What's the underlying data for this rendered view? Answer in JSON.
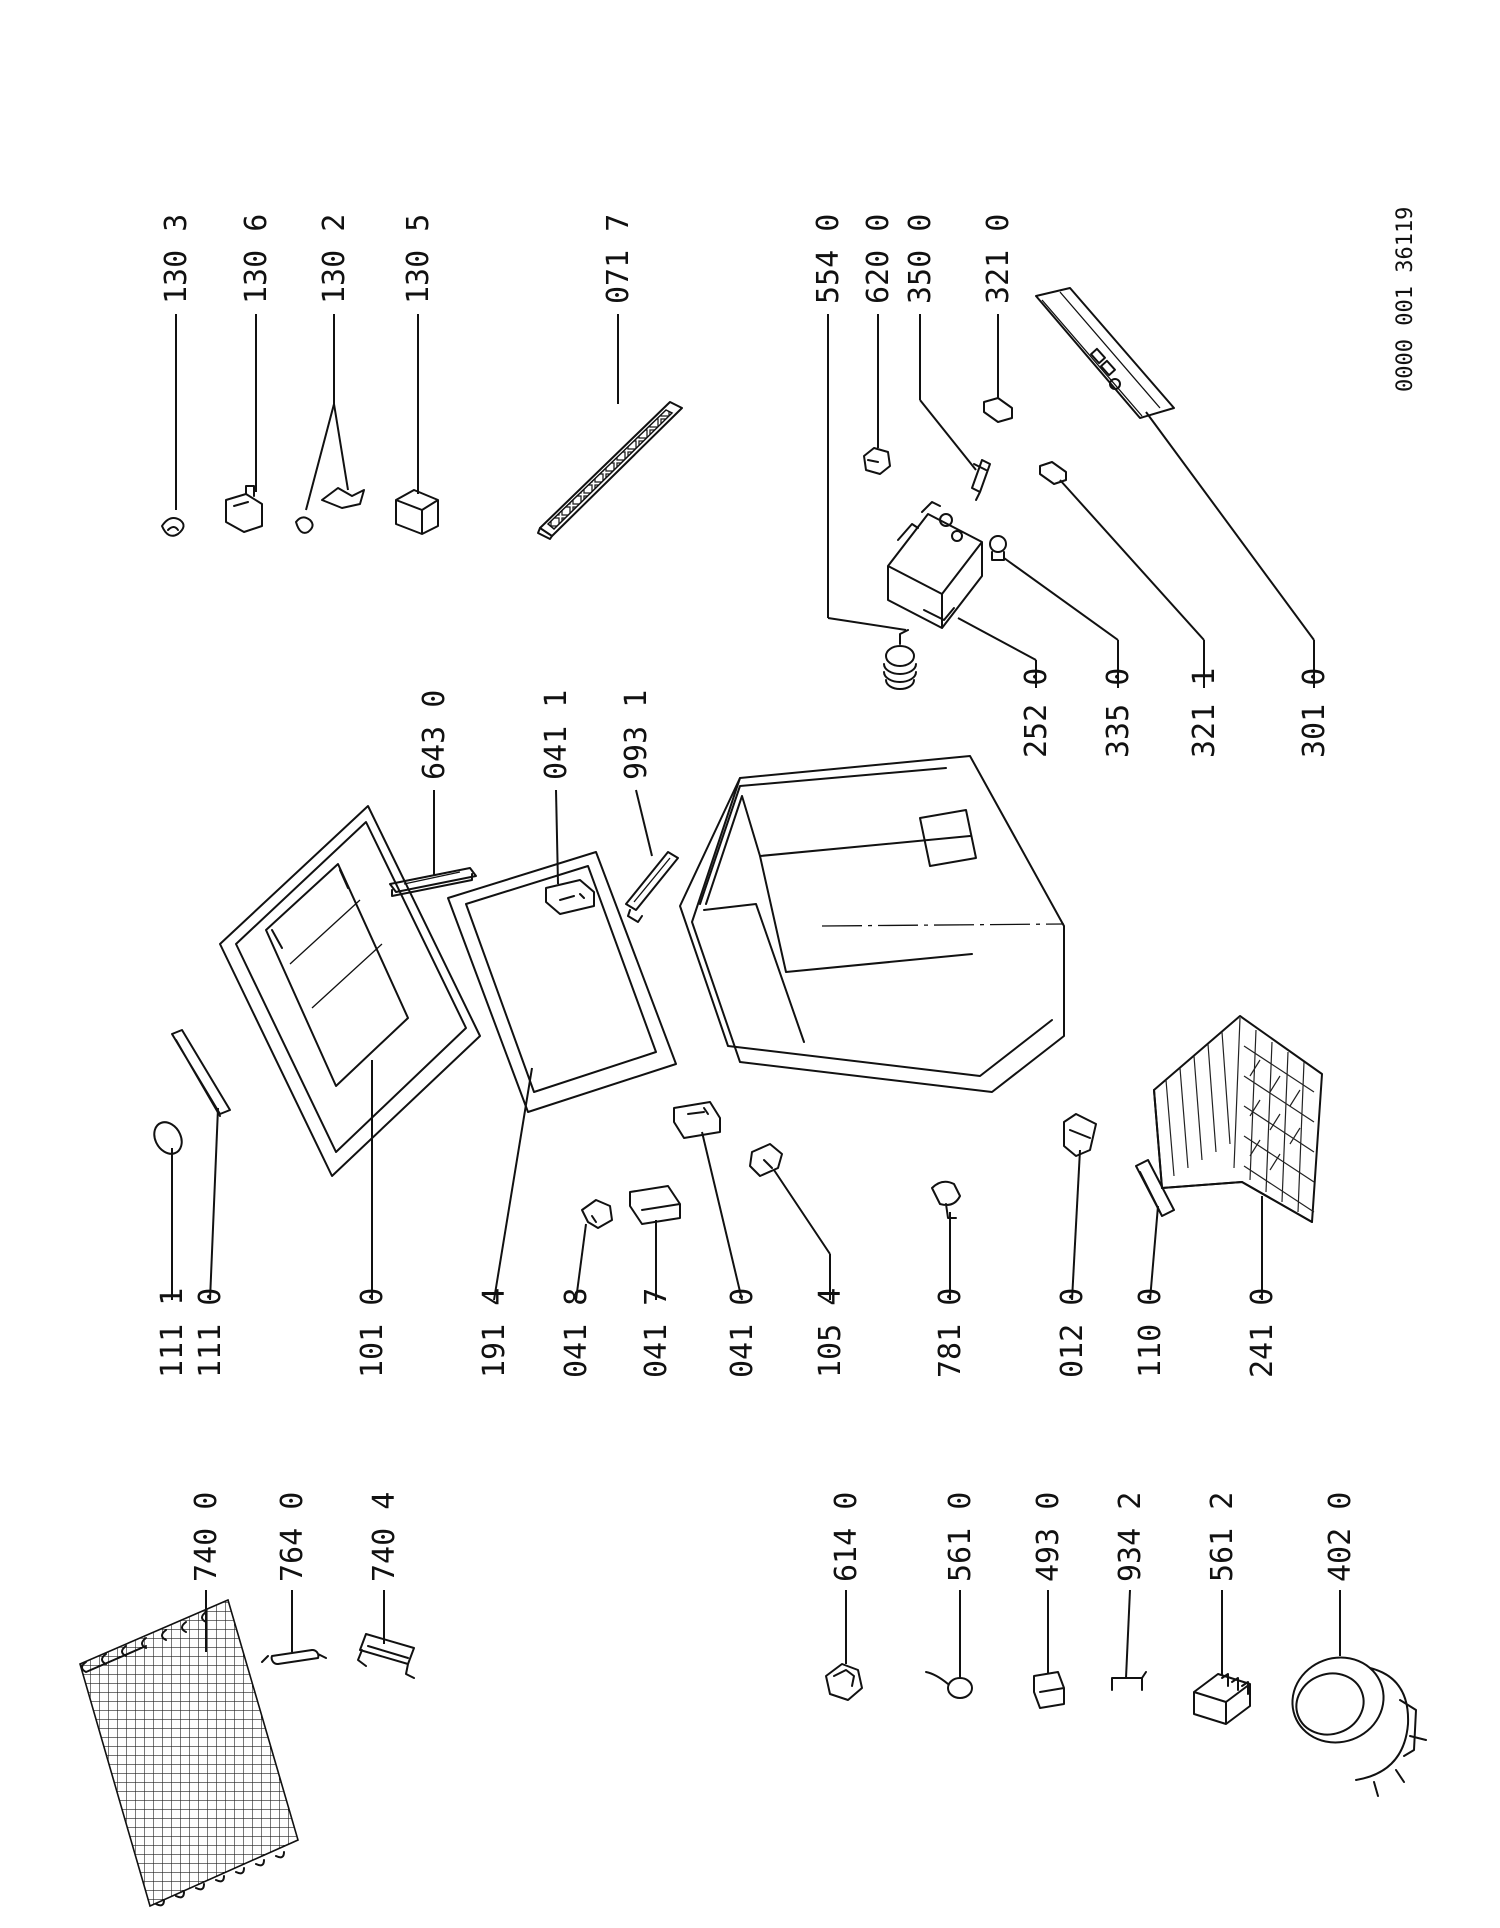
{
  "drawing": {
    "reference": "0000 001 36119"
  },
  "parts": [
    {
      "id": "p1303",
      "label": "130 3"
    },
    {
      "id": "p1306",
      "label": "130 6"
    },
    {
      "id": "p1302",
      "label": "130 2"
    },
    {
      "id": "p1305",
      "label": "130 5"
    },
    {
      "id": "p0717",
      "label": "071 7"
    },
    {
      "id": "p5540",
      "label": "554 0"
    },
    {
      "id": "p6200",
      "label": "620 0"
    },
    {
      "id": "p3500",
      "label": "350 0"
    },
    {
      "id": "p3210",
      "label": "321 0"
    },
    {
      "id": "p6430",
      "label": "643 0"
    },
    {
      "id": "p0411",
      "label": "041 1"
    },
    {
      "id": "p9931",
      "label": "993 1"
    },
    {
      "id": "p2520",
      "label": "252 0"
    },
    {
      "id": "p3350",
      "label": "335 0"
    },
    {
      "id": "p3211",
      "label": "321 1"
    },
    {
      "id": "p3010",
      "label": "301 0"
    },
    {
      "id": "p1111",
      "label": "111 1"
    },
    {
      "id": "p1110",
      "label": "111 0"
    },
    {
      "id": "p1010",
      "label": "101 0"
    },
    {
      "id": "p1914",
      "label": "191 4"
    },
    {
      "id": "p0418",
      "label": "041 8"
    },
    {
      "id": "p0417",
      "label": "041 7"
    },
    {
      "id": "p0410",
      "label": "041 0"
    },
    {
      "id": "p1054",
      "label": "105 4"
    },
    {
      "id": "p7810",
      "label": "781 0"
    },
    {
      "id": "p0120",
      "label": "012 0"
    },
    {
      "id": "p1100",
      "label": "110 0"
    },
    {
      "id": "p2410",
      "label": "241 0"
    },
    {
      "id": "p7400",
      "label": "740 0"
    },
    {
      "id": "p7640",
      "label": "764 0"
    },
    {
      "id": "p7404",
      "label": "740 4"
    },
    {
      "id": "p6140",
      "label": "614 0"
    },
    {
      "id": "p5610",
      "label": "561 0"
    },
    {
      "id": "p4930",
      "label": "493 0"
    },
    {
      "id": "p9342",
      "label": "934 2"
    },
    {
      "id": "p5612",
      "label": "561 2"
    },
    {
      "id": "p4020",
      "label": "402 0"
    }
  ]
}
